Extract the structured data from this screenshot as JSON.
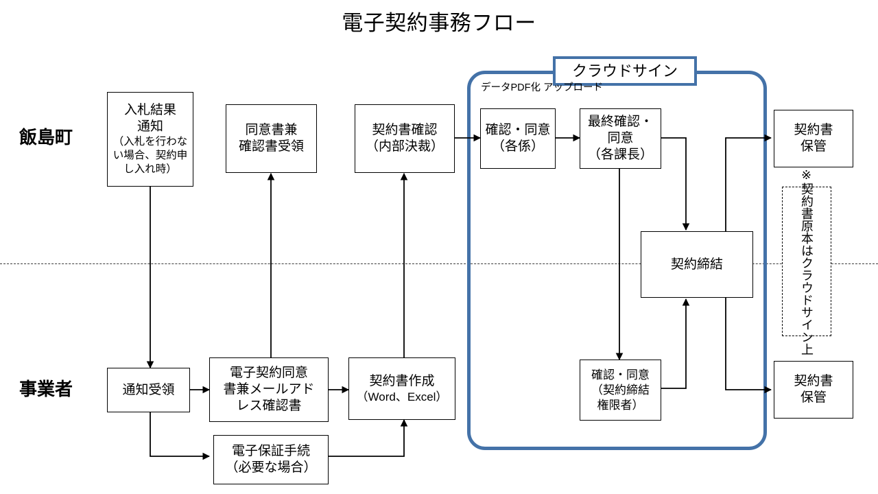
{
  "title": "電子契約事務フロー",
  "lanes": [
    {
      "id": "town",
      "label": "飯島町"
    },
    {
      "id": "vendor",
      "label": "事業者"
    }
  ],
  "cloudsign": {
    "header_label": "クラウドサイン",
    "border_color": "#4472a8"
  },
  "annotations": [
    {
      "id": "pdf-upload",
      "line1": "データPDF化",
      "line2": "アップロード"
    }
  ],
  "note": {
    "text": "※契約書原本はクラウドサイン上"
  },
  "boxes": {
    "bid_result": {
      "line1": "入札結果",
      "line2": "通知",
      "line3": "（入札を行わな",
      "line4": "い場合、契約申",
      "line5": "し入れ時）"
    },
    "consent_receipt": {
      "line1": "同意書兼",
      "line2": "確認書受領"
    },
    "contract_check": {
      "line1": "契約書確認",
      "line2": "（内部決裁）"
    },
    "confirm_agree_section": {
      "line1": "確認・同意",
      "line2": "（各係）"
    },
    "final_confirm_agree": {
      "line1": "最終確認・",
      "line2": "同意",
      "line3": "（各課長）"
    },
    "storage_town": {
      "line1": "契約書",
      "line2": "保管"
    },
    "contract_conclusion": {
      "line1": "契約締結"
    },
    "notice_receipt": {
      "line1": "通知受領"
    },
    "econtract_consent": {
      "line1": "電子契約同意",
      "line2": "書兼メールアド",
      "line3": "レス確認書"
    },
    "contract_create": {
      "line1": "契約書作成",
      "line2": "（Word、Excel）"
    },
    "eguarantee": {
      "line1": "電子保証手続",
      "line2": "（必要な場合）"
    },
    "confirm_agree_authority": {
      "line1": "確認・同意",
      "line2": "（契約締結",
      "line3": "権限者）"
    },
    "storage_vendor": {
      "line1": "契約書",
      "line2": "保管"
    }
  }
}
